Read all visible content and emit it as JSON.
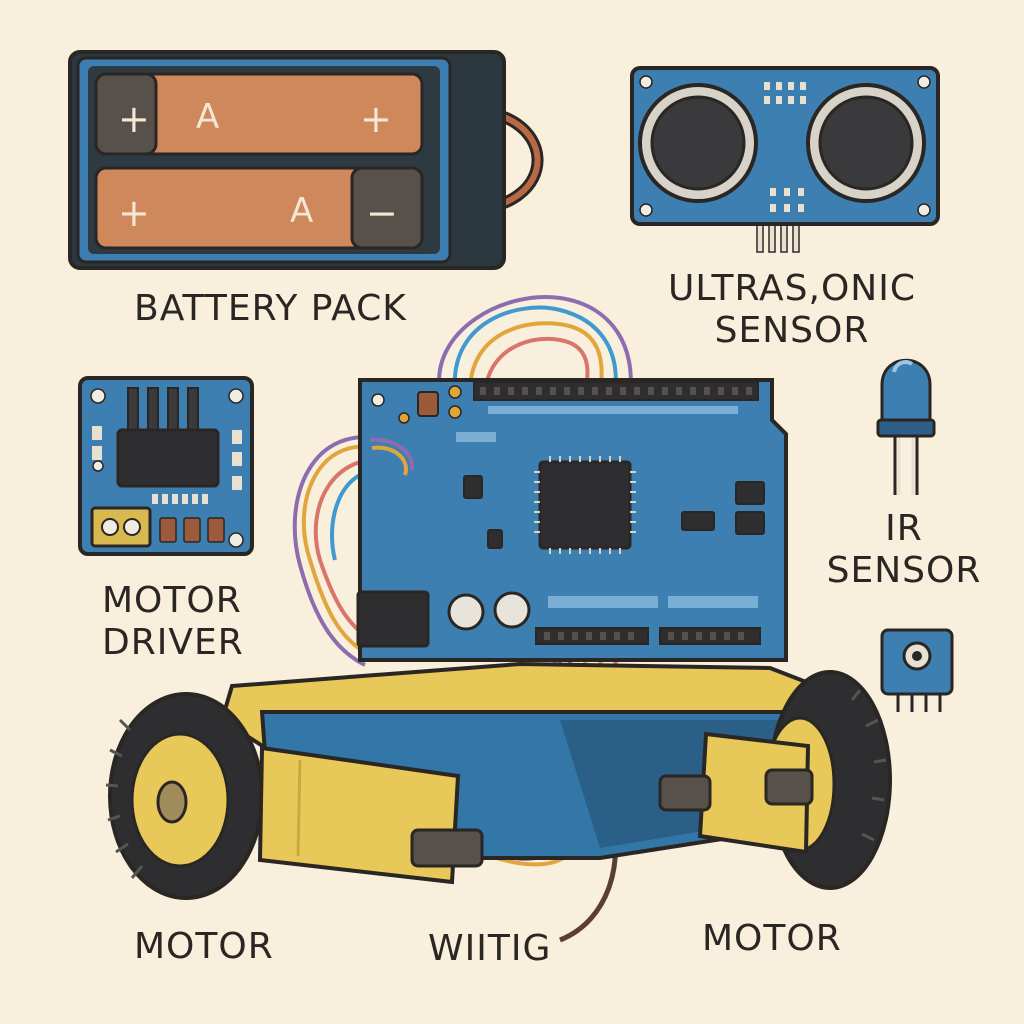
{
  "labels": {
    "battery_pack": "BATTERY PACK",
    "ultrasonic_line1": "ULTRAS,ONIC",
    "ultrasonic_line2": "SENSOR",
    "ir_line1": "IR",
    "ir_line2": "SENSOR",
    "motor_driver_line1": "MOTOR",
    "motor_driver_line2": "DRIVER",
    "motor_left": "MOTOR",
    "wiring": "WIITIG",
    "motor_right": "MOTOR"
  },
  "battery_marks": {
    "top_left": "+",
    "top_letter": "A",
    "top_right": "+",
    "bottom_left": "+",
    "bottom_letter": "A",
    "bottom_right": "−"
  },
  "colors": {
    "background": "#f8efdc",
    "pcb_blue": "#3d7fb0",
    "chassis_yellow": "#e9c85a",
    "battery_copper": "#cf875c",
    "outline": "#2a2623"
  }
}
